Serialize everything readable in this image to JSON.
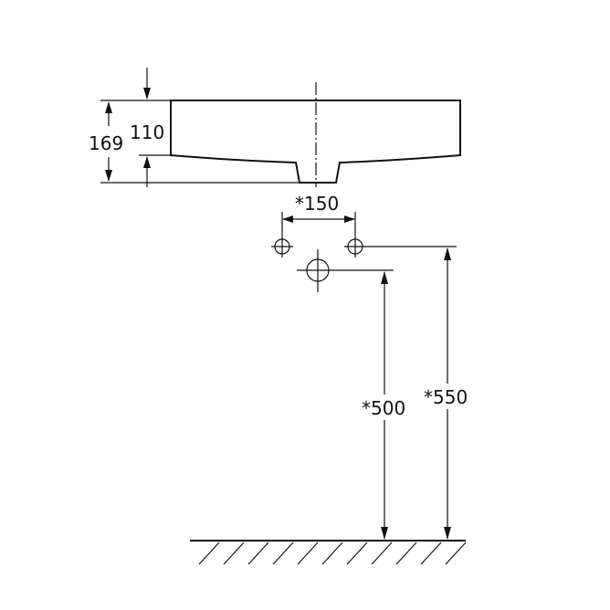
{
  "dimensions": {
    "total_height": "169",
    "bowl_height": "110",
    "tap_spacing": "*150",
    "waste_height": "*500",
    "tap_height": "*550"
  },
  "colors": {
    "line": "#111111",
    "background": "#ffffff"
  }
}
